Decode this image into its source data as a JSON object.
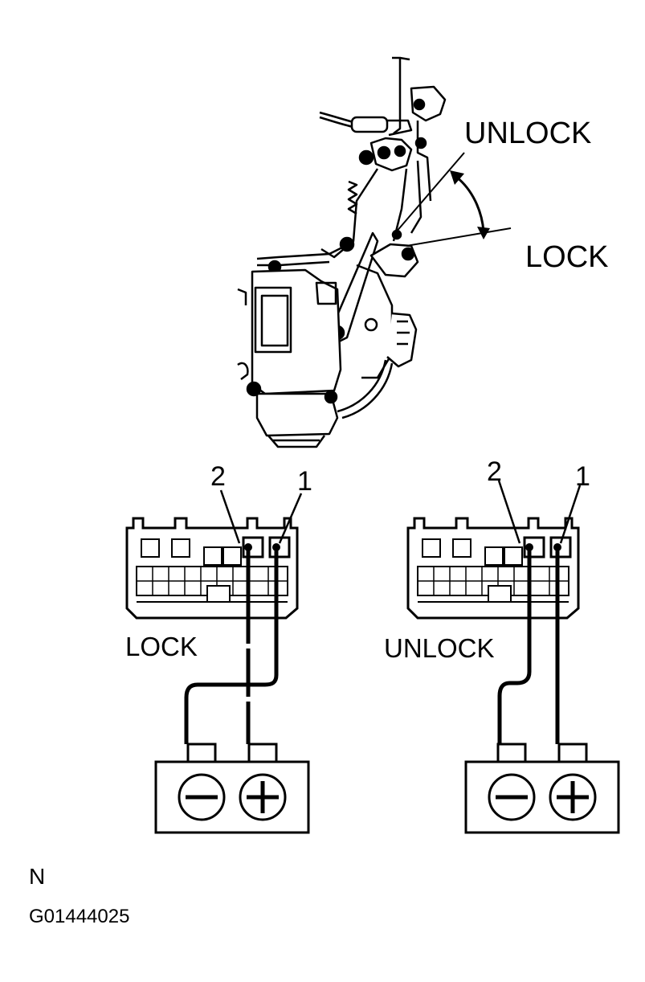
{
  "mechanism": {
    "unlock_label": "UNLOCK",
    "lock_label": "LOCK"
  },
  "left_test": {
    "state_label": "LOCK",
    "terminal_2": "2",
    "terminal_1": "1"
  },
  "right_test": {
    "state_label": "UNLOCK",
    "terminal_2": "2",
    "terminal_1": "1"
  },
  "footer": {
    "note": "N",
    "figure_code": "G01444025"
  }
}
